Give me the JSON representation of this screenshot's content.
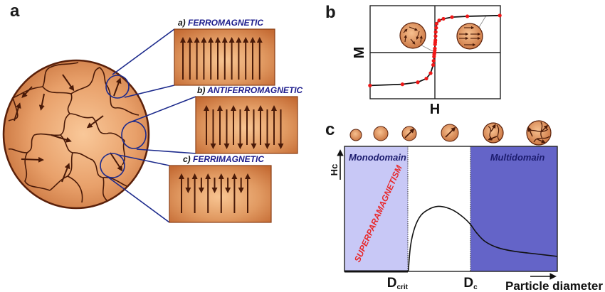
{
  "panels": {
    "a": {
      "letter": "a",
      "boxes": [
        {
          "prefix": "a)",
          "title": "FERROMAGNETIC",
          "pattern": "all-up"
        },
        {
          "prefix": "b)",
          "title": "ANTIFERROMAGNETIC",
          "pattern": "alternating-equal"
        },
        {
          "prefix": "c)",
          "title": "FERRIMAGNETIC",
          "pattern": "alternating-unequal"
        }
      ]
    },
    "b": {
      "letter": "b",
      "xlabel": "H",
      "ylabel": "M"
    },
    "c": {
      "letter": "c",
      "ylabel": "Hc",
      "xlabel": "Particle diameter",
      "regions": {
        "monodomain": "Monodomain",
        "multidomain": "Multidomain",
        "superparamagnetism": "SUPERPARAMAGNETISM"
      },
      "ticks": {
        "dcrit_main": "D",
        "dcrit_sub": "crit",
        "dc_main": "D",
        "dc_sub": "c"
      }
    }
  },
  "colors": {
    "copper_light": "#f8c592",
    "copper_dark": "#c8733d",
    "arrow": "#4a1a08",
    "callout_blue": "#1c2a8c",
    "monodomain_fill": "#c8c8f6",
    "multidomain_fill": "#6464c8",
    "data_red": "#f01818"
  },
  "chart_data": [
    {
      "type": "scatter",
      "title": "b",
      "xlabel": "H",
      "ylabel": "M",
      "description": "Superparamagnetic magnetization curve (no hysteresis): M vs H, saturating at high |H|",
      "xlim": [
        -1,
        1
      ],
      "ylim": [
        -1,
        1
      ],
      "grid": false,
      "series": [
        {
          "name": "M(H)",
          "x": [
            -0.76,
            -0.38,
            -0.2,
            -0.1,
            -0.05,
            -0.02,
            -0.015,
            -0.01,
            -0.008,
            -0.006,
            -0.004,
            -0.002,
            0.0,
            0.002,
            0.004,
            0.006,
            0.008,
            0.01,
            0.015,
            0.02,
            0.05,
            0.1,
            0.2,
            0.38,
            0.76
          ],
          "y": [
            -0.8,
            -0.77,
            -0.72,
            -0.63,
            -0.5,
            -0.3,
            -0.2,
            -0.1,
            -0.05,
            -0.02,
            0.0,
            0.05,
            0.1,
            0.2,
            0.25,
            0.3,
            0.4,
            0.5,
            0.6,
            0.7,
            0.78,
            0.82,
            0.86,
            0.88,
            0.9
          ]
        }
      ],
      "annotations": [
        "random-spin-particle at H=0",
        "aligned-spin-particle at saturation"
      ]
    },
    {
      "type": "line",
      "title": "c",
      "xlabel": "Particle diameter",
      "ylabel": "Hc",
      "description": "Coercivity vs particle diameter",
      "x_ticks": [
        "Dcrit",
        "Dc"
      ],
      "regions": [
        {
          "name": "Monodomain",
          "from": 0.0,
          "to": 0.3
        },
        {
          "name": "Multidomain",
          "from": 0.59,
          "to": 1.0
        }
      ],
      "xlim": [
        0,
        1
      ],
      "ylim": [
        0,
        1
      ],
      "series": [
        {
          "name": "Hc",
          "x": [
            0.0,
            0.3,
            0.31,
            0.33,
            0.36,
            0.4,
            0.44,
            0.48,
            0.52,
            0.56,
            0.59,
            0.62,
            0.66,
            0.72,
            0.8,
            0.9,
            1.0
          ],
          "y": [
            0.0,
            0.0,
            0.2,
            0.35,
            0.45,
            0.5,
            0.52,
            0.51,
            0.48,
            0.43,
            0.38,
            0.31,
            0.24,
            0.19,
            0.16,
            0.14,
            0.12
          ]
        }
      ]
    }
  ]
}
